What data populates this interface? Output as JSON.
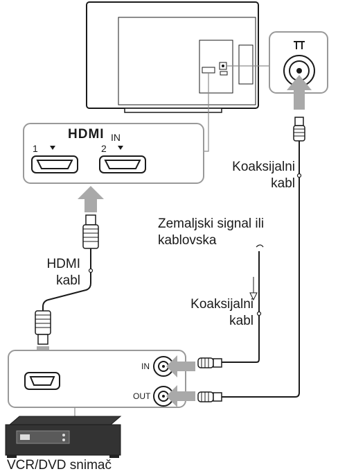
{
  "hdmi_panel": {
    "logo": "HDMI",
    "in_label": "IN",
    "port1": "1",
    "port2": "2"
  },
  "labels": {
    "coax_cable_top_line1": "Koaksijalni",
    "coax_cable_top_line2": "kabl",
    "terrestrial_line1": "Zemaljski signal ili",
    "terrestrial_line2": "kablovska",
    "hdmi_cable_line1": "HDMI",
    "hdmi_cable_line2": "kabl",
    "coax_cable_bottom_line1": "Koaksijalni",
    "coax_cable_bottom_line2": "kabl",
    "device": "VCR/DVD snimač"
  },
  "recorder_panel": {
    "in_label": "IN",
    "out_label": "OUT"
  },
  "colors": {
    "panel_border": "#999999",
    "line": "#1a1a1a",
    "arrow": "#a9a9a9",
    "connector_line": "#8c8c8c"
  }
}
